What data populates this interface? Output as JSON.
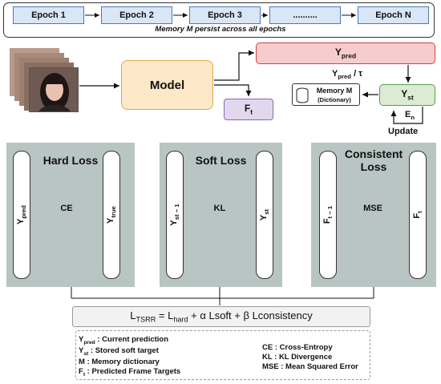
{
  "epochs": [
    "Epoch 1",
    "Epoch 2",
    "Epoch 3",
    "..........",
    "Epoch N"
  ],
  "memory_note": "Memory M persist across all epochs",
  "model_label": "Model",
  "ypred_label": "Y",
  "ypred_sub": "pred",
  "scale_label": "Y",
  "scale_sub": "pred",
  "scale_suffix": " / τ",
  "yst_label": "Y",
  "yst_sub": "st",
  "ft_label": "F",
  "ft_sub": "t",
  "memory_title": "Memory M",
  "memory_sub": "(Dictionary)",
  "en_label": "E",
  "en_sub": "n",
  "update_label": "Update",
  "panels": {
    "hard": {
      "title": "Hard Loss",
      "left": "Y",
      "left_sub": "pred",
      "right": "Y",
      "right_sub": "true",
      "metric": "CE"
    },
    "soft": {
      "title": "Soft Loss",
      "left": "Y",
      "left_sub": "st − 1",
      "right": "Y",
      "right_sub": "st",
      "metric": "KL"
    },
    "consistent": {
      "title_line1": "Consistent",
      "title_line2": "Loss",
      "left": "F",
      "left_sub": "t − 1",
      "right": "F",
      "right_sub": "t",
      "metric": "MSE"
    }
  },
  "formula": {
    "l": "L",
    "l_sub": "TSRR",
    "eq": " = ",
    "hard": "L",
    "hard_sub": "hard",
    "rest": " + α Lsoft + β Lconsistency"
  },
  "legend": {
    "left": [
      {
        "sym": "Y",
        "sub": "pred",
        "text": " : Current prediction"
      },
      {
        "sym": "Y",
        "sub": "st",
        "text": " : Stored soft target"
      },
      {
        "sym": "M",
        "sub": "",
        "text": " : Memory dictionary"
      },
      {
        "sym": "F",
        "sub": "t",
        "text": " : Predicted Frame Targets"
      }
    ],
    "right": [
      {
        "sym": "CE",
        "sub": "",
        "text": " : Cross-Entropy"
      },
      {
        "sym": "KL",
        "sub": "",
        "text": " : KL Divergence"
      },
      {
        "sym": "MSE",
        "sub": "",
        "text": " : Mean Squared Error"
      }
    ]
  },
  "colors": {
    "epoch_fill": "#d9e6f5",
    "model_fill": "#fde8c8",
    "ypred_fill": "#f7cccc",
    "yst_fill": "#dcebd4",
    "ft_fill": "#e3d7ee",
    "panel_fill": "#b8c5c2",
    "photo_tint": "#c79a84"
  }
}
